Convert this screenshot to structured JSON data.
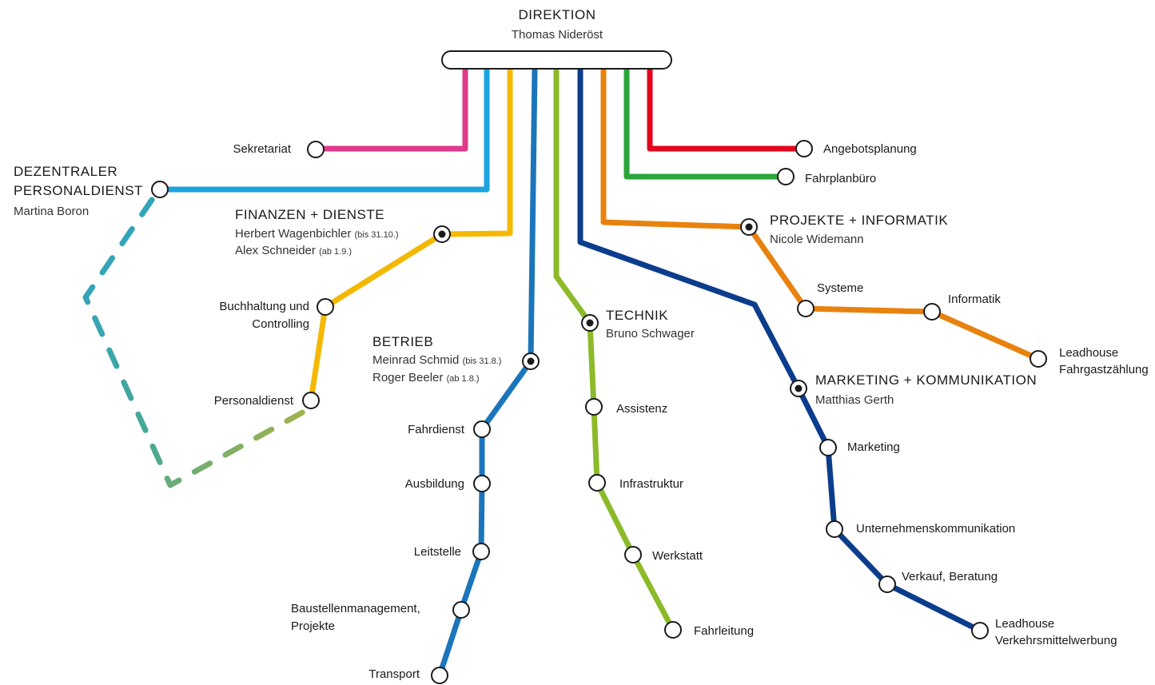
{
  "direktion": {
    "title": "DIREKTION",
    "name": "Thomas Nideröst"
  },
  "dezentral": {
    "title1": "DEZENTRALER",
    "title2": "PERSONALDIENST",
    "name": "Martina Boron"
  },
  "finanzen": {
    "title": "FINANZEN + DIENSTE",
    "name1": "Herbert Wagenbichler",
    "note1": "(bis 31.10.)",
    "name2": "Alex Schneider",
    "note2": "(ab 1.9.)"
  },
  "betrieb": {
    "title": "BETRIEB",
    "name1": "Meinrad Schmid",
    "note1": "(bis 31.8.)",
    "name2": "Roger Beeler",
    "note2": "(ab 1.8.)"
  },
  "technik": {
    "title": "TECHNIK",
    "name": "Bruno Schwager"
  },
  "projekte": {
    "title": "PROJEKTE + INFORMATIK",
    "name": "Nicole Widemann"
  },
  "marketing": {
    "title": "MARKETING + KOMMUNIKATION",
    "name": "Matthias Gerth"
  },
  "stations": {
    "sekretariat": "Sekretariat",
    "angebotsplanung": "Angebotsplanung",
    "fahrplanbuero": "Fahrplanbüro",
    "buchhaltung1": "Buchhaltung und",
    "buchhaltung2": "Controlling",
    "personaldienst": "Personaldienst",
    "fahrdienst": "Fahrdienst",
    "ausbildung": "Ausbildung",
    "leitstelle": "Leitstelle",
    "baustellen1": "Baustellenmanagement,",
    "baustellen2": "Projekte",
    "transport": "Transport",
    "assistenz": "Assistenz",
    "infrastruktur": "Infrastruktur",
    "werkstatt": "Werkstatt",
    "fahrleitung": "Fahrleitung",
    "systeme": "Systeme",
    "informatik": "Informatik",
    "leadhouse_fz1": "Leadhouse",
    "leadhouse_fz2": "Fahrgastzählung",
    "mk_marketing": "Marketing",
    "unternehmenskomm": "Unternehmenskommunikation",
    "verkauf": "Verkauf, Beratung",
    "leadhouse_vw1": "Leadhouse",
    "leadhouse_vw2": "Verkehrsmittelwerbung"
  },
  "colors": {
    "sekretariat": "#e0388a",
    "personal": "#1aa3df",
    "finanzen": "#f5b800",
    "betrieb": "#1b75bb",
    "technik": "#8cba2a",
    "marketing": "#0b3d8c",
    "projekte": "#e8820e",
    "fahrplan": "#2aa63a",
    "angebot": "#e3061d"
  }
}
